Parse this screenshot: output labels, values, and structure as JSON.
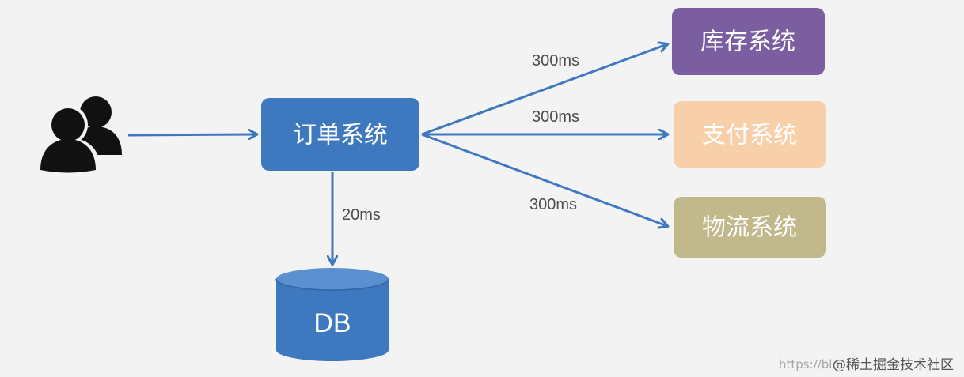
{
  "nodes": {
    "order": {
      "label": "订单系统",
      "color": "#3e78be"
    },
    "inventory": {
      "label": "库存系统",
      "color": "#7b5ea0"
    },
    "payment": {
      "label": "支付系统",
      "color": "#f7cfa9"
    },
    "logistics": {
      "label": "物流系统",
      "color": "#c1b88c"
    },
    "db": {
      "label": "DB",
      "color": "#3e78be"
    }
  },
  "edges": {
    "to_db": {
      "label": "20ms"
    },
    "to_inventory": {
      "label": "300ms"
    },
    "to_payment": {
      "label": "300ms"
    },
    "to_logistics": {
      "label": "300ms"
    }
  },
  "icons": {
    "users": "users-icon"
  },
  "colors": {
    "arrow": "#3e78be",
    "user_icon": "#111111",
    "background": "#f3f3f3"
  },
  "watermark": {
    "url_text": "https://blo",
    "site_text": "@稀土掘金技术社区"
  }
}
